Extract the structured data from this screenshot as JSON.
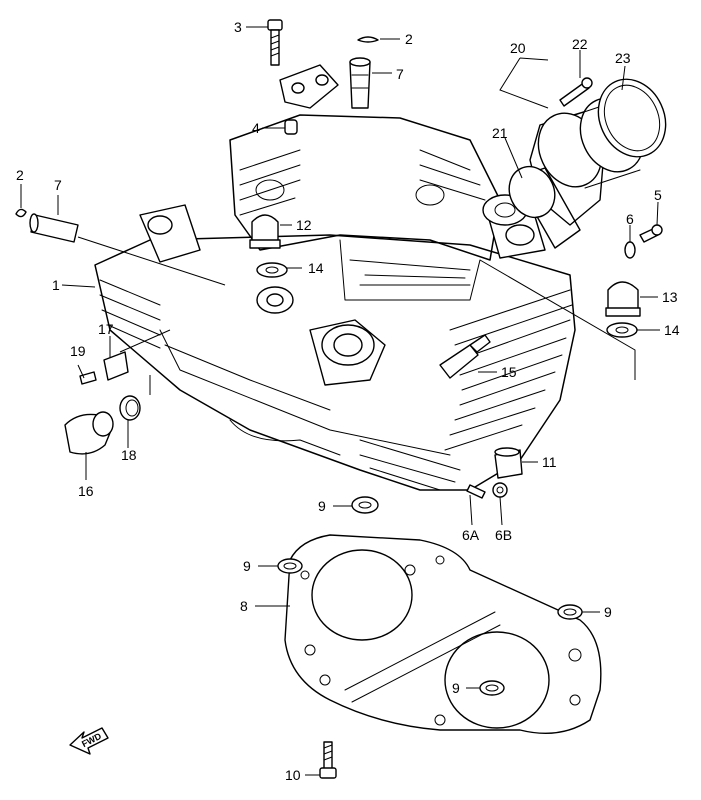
{
  "callouts": {
    "c1": "1",
    "c2a": "2",
    "c2b": "2",
    "c3": "3",
    "c4": "4",
    "c5": "5",
    "c6": "6",
    "c6a": "6A",
    "c6b": "6B",
    "c7a": "7",
    "c7b": "7",
    "c8": "8",
    "c9a": "9",
    "c9b": "9",
    "c9c": "9",
    "c9d": "9",
    "c10": "10",
    "c11": "11",
    "c12": "12",
    "c13": "13",
    "c14a": "14",
    "c14b": "14",
    "c15": "15",
    "c16": "16",
    "c17": "17",
    "c18": "18",
    "c19": "19",
    "c20": "20",
    "c21": "21",
    "c22": "22",
    "c23": "23"
  },
  "fwd_marker": {
    "label": "FWD",
    "icon": "forward-arrow-icon"
  }
}
